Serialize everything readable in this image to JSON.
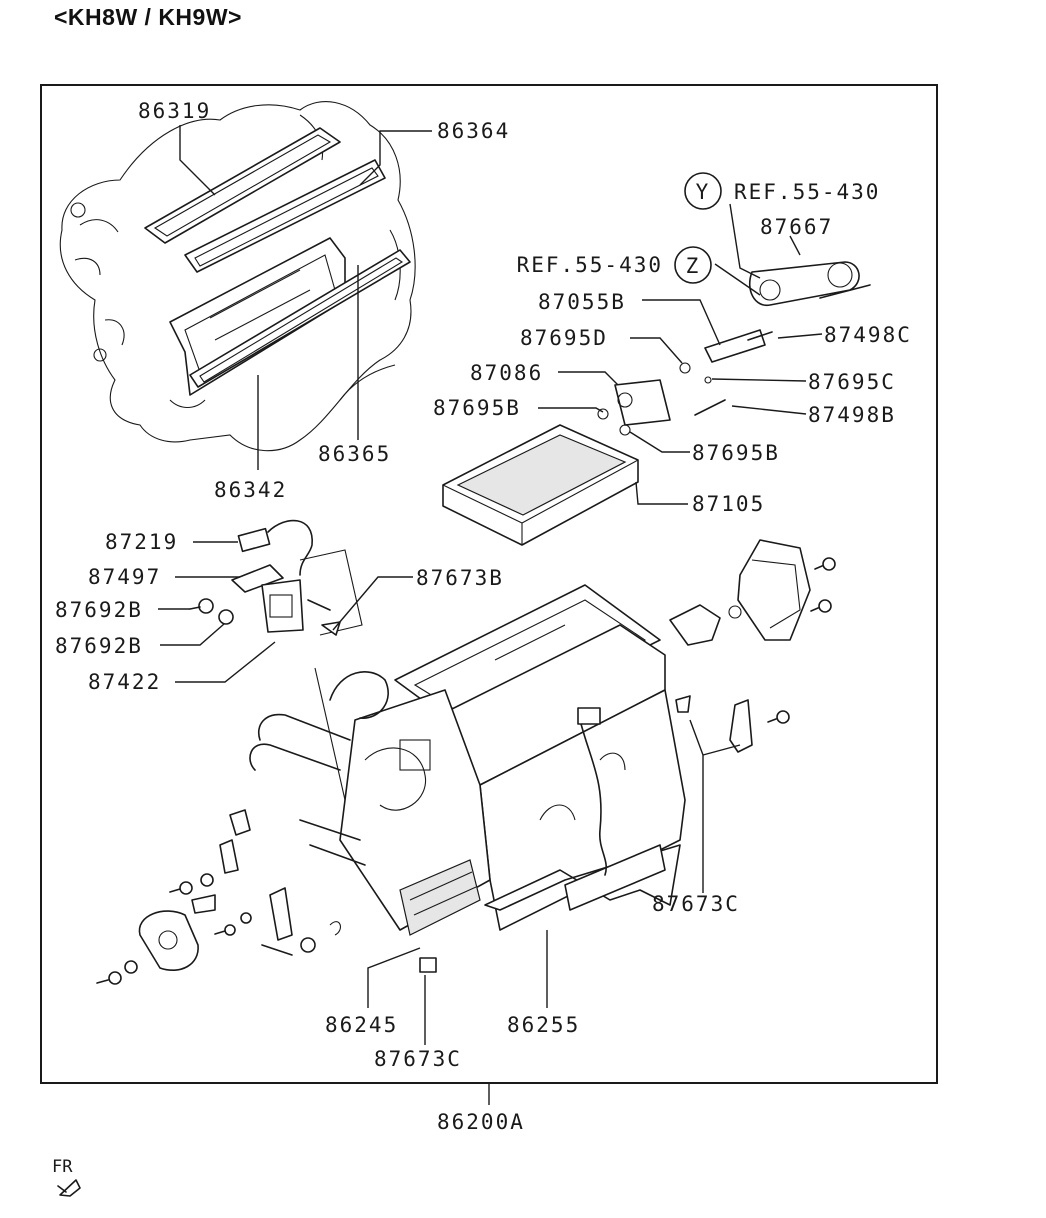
{
  "header": {
    "model_title": "<KH8W / KH9W>"
  },
  "assembly_number": "86200A",
  "ref_callouts": [
    {
      "letter": "Y",
      "text": "REF.55-430"
    },
    {
      "letter": "Z",
      "text": "REF.55-430"
    }
  ],
  "part_labels": [
    "86319",
    "86364",
    "86365",
    "86342",
    "87667",
    "87055B",
    "87695D",
    "87498C",
    "87086",
    "87695C",
    "87695B",
    "87498B",
    "87695B",
    "87105",
    "87219",
    "87497",
    "87692B",
    "87692B",
    "87422",
    "87673B",
    "87673C",
    "86245",
    "86255",
    "87673C"
  ],
  "orientation_marker": {
    "text": "FR",
    "icon": "front-arrow-icon"
  }
}
